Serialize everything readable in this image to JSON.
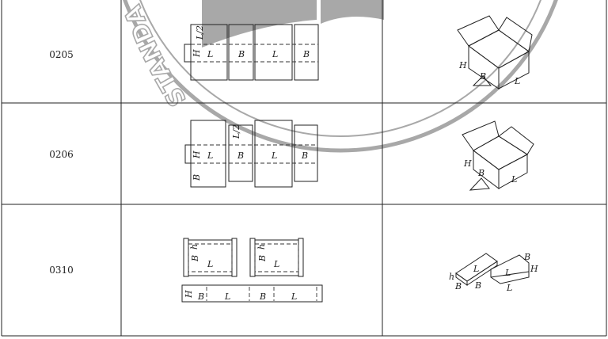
{
  "table": {
    "rows": [
      {
        "code": "0205",
        "net_labels": {
          "h": "H",
          "half": "L/2",
          "p1": "L",
          "p2": "B",
          "p3": "L",
          "p4": "B"
        },
        "box_labels": {
          "h": "H",
          "b": "B",
          "l": "L"
        }
      },
      {
        "code": "0206",
        "net_labels": {
          "h": "H",
          "half": "L/2",
          "p1": "L",
          "p2": "B",
          "p3": "L",
          "p4": "B",
          "side": "B"
        },
        "box_labels": {
          "h": "H",
          "b": "B",
          "l": "L"
        }
      },
      {
        "code": "0310",
        "net_labels": {
          "h1": "h",
          "b1": "B",
          "l1": "L",
          "h2": "h",
          "b2": "B",
          "l2": "L",
          "sh": "H",
          "s1": "B",
          "s2": "L",
          "s3": "B",
          "s4": "L"
        },
        "box_labels": {
          "h": "h",
          "lid": "L",
          "lb1": "B",
          "lb2": "B",
          "bl": "L",
          "bb": "B",
          "bh": "H",
          "bl2": "L"
        }
      }
    ]
  },
  "watermark": {
    "text": "STANDA"
  },
  "colors": {
    "line": "#222222",
    "watermark": "#8a8a8a"
  }
}
